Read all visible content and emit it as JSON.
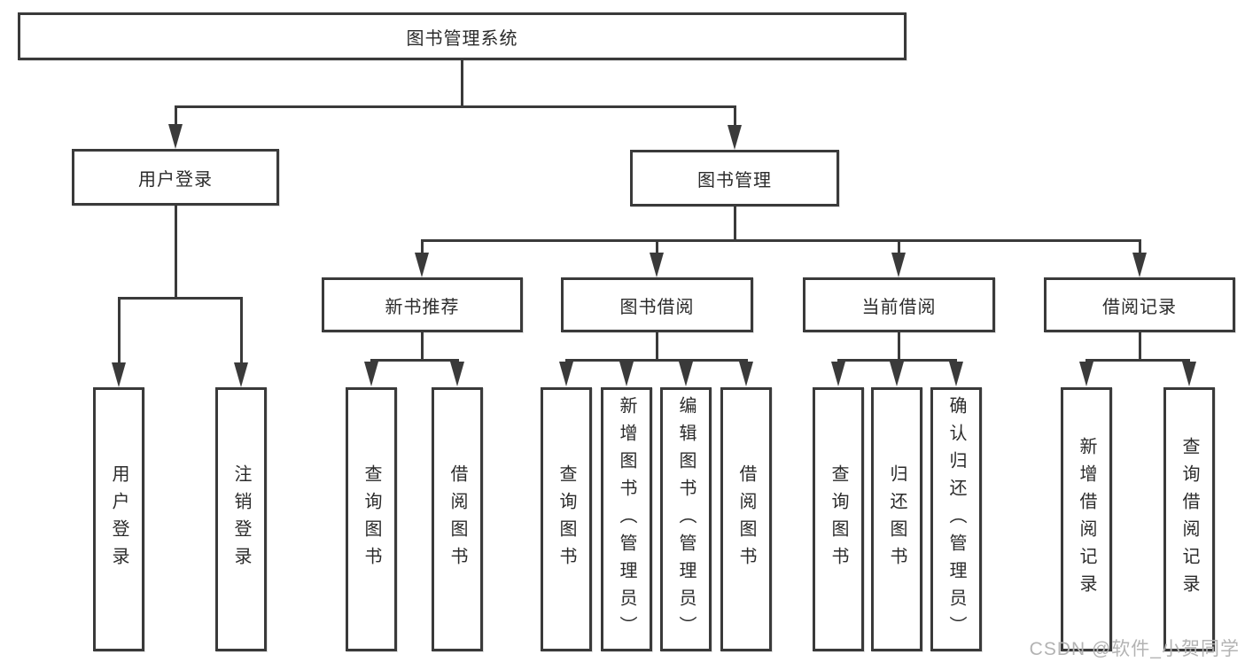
{
  "root": {
    "label": "图书管理系统"
  },
  "level2": {
    "user_login": {
      "label": "用户登录"
    },
    "book_management": {
      "label": "图书管理"
    }
  },
  "level3": {
    "new_book_recommendation": {
      "label": "新书推荐"
    },
    "book_borrowing": {
      "label": "图书借阅"
    },
    "current_borrowing": {
      "label": "当前借阅"
    },
    "borrowing_records": {
      "label": "借阅记录"
    }
  },
  "leaves": {
    "user_login": {
      "label": "用户登录"
    },
    "logout": {
      "label": "注销登录"
    },
    "rec_search_books": {
      "label": "查询图书"
    },
    "rec_borrow_books": {
      "label": "借阅图书"
    },
    "bb_search_books": {
      "label": "查询图书"
    },
    "bb_add_books_admin": {
      "label": "新增图书（管理员）"
    },
    "bb_edit_books_admin": {
      "label": "编辑图书（管理员）"
    },
    "bb_borrow_books": {
      "label": "借阅图书"
    },
    "cb_search_books": {
      "label": "查询图书"
    },
    "cb_return_books": {
      "label": "归还图书"
    },
    "cb_confirm_return_admin": {
      "label": "确认归还（管理员）"
    },
    "br_add_record": {
      "label": "新增借阅记录"
    },
    "br_search_record": {
      "label": "查询借阅记录"
    }
  },
  "watermark": {
    "text": "CSDN @软件_小贺同学"
  },
  "colors": {
    "line": "#3a3a3a",
    "text": "#2b2b2b",
    "watermark": "#b3b3b3",
    "background": "#ffffff"
  }
}
